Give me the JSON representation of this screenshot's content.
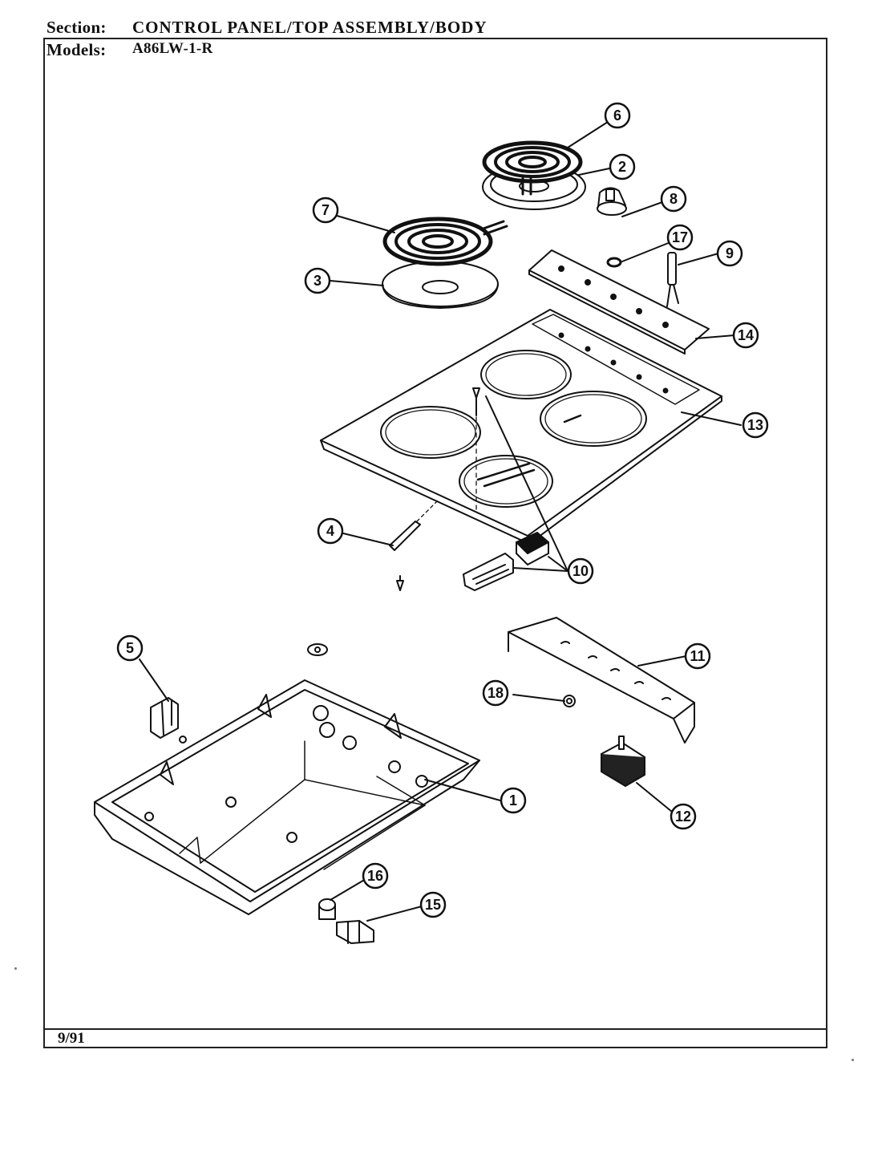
{
  "header": {
    "section_label": "Section:",
    "section_value": "CONTROL PANEL/TOP ASSEMBLY/BODY",
    "models_label": "Models:",
    "models_value": "A86LW-1-R"
  },
  "footer": {
    "date": "9/91"
  },
  "callouts": [
    "1",
    "2",
    "3",
    "4",
    "5",
    "6",
    "7",
    "8",
    "9",
    "10",
    "11",
    "12",
    "13",
    "14",
    "15",
    "16",
    "17",
    "18"
  ]
}
